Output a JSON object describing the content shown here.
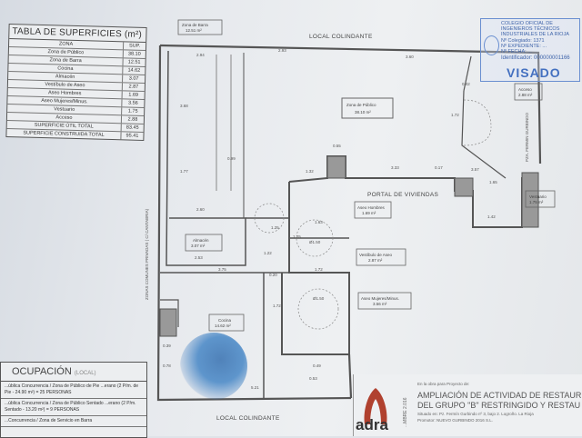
{
  "surface_table": {
    "title": "TABLA DE SUPERFICIES (m²)",
    "header": {
      "zone": "ZONA",
      "value": "SUP."
    },
    "rows": [
      {
        "zone": "Zona de Público",
        "value": "38.10"
      },
      {
        "zone": "Zona de Barra",
        "value": "12.51"
      },
      {
        "zone": "Cocina",
        "value": "14.62"
      },
      {
        "zone": "Almacén",
        "value": "3.07"
      },
      {
        "zone": "Vestíbulo de Aseo",
        "value": "2.87"
      },
      {
        "zone": "Aseo Hombres",
        "value": "1.69"
      },
      {
        "zone": "Aseo Mujeres/Minus.",
        "value": "3.56"
      },
      {
        "zone": "Vestuario",
        "value": "1.75"
      },
      {
        "zone": "Acceso",
        "value": "2.88"
      },
      {
        "zone": "SUPERFICIE ÚTIL TOTAL",
        "value": "83.45"
      },
      {
        "zone": "SUPERFICIE CONSTRUIDA TOTAL",
        "value": "95.41"
      }
    ]
  },
  "occupancy": {
    "title": "OCUPACIÓN",
    "subtitle": "(LOCAL)",
    "lines": [
      "...ública Concurrencia / Zona de Público de Pie ...erano (2 P/m. de Pie - 24.90 m²) = 25 PERSONAS",
      "...ública Concurrencia / Zona de Público Sentado ...erano (2 P/m. Sentado - 13.20 m²) = 9 PERSONAS",
      "...Concurrencia / Zona de Servicio en Barra"
    ]
  },
  "plan": {
    "street_top": "LOCAL COLINDANTE",
    "street_bottom": "LOCAL COLINDANTE",
    "street_left": "ZONAS COMUNES PRIVADAS ( C/ CANTABRIA)",
    "street_right": "PZA. FERMIN GURBINDO",
    "portal": "PORTAL DE VIVIENDAS",
    "rooms": [
      {
        "name": "Zona de Barra",
        "area": "12.51 m²"
      },
      {
        "name": "Zona de Público",
        "area": "38.10 m²"
      },
      {
        "name": "Acceso",
        "area": "2.88 m²"
      },
      {
        "name": "Vestuario",
        "area": "1.75 m²"
      },
      {
        "name": "Aseo Hombres",
        "area": "1.69 m²"
      },
      {
        "name": "Almacén",
        "area": "3.07 m²"
      },
      {
        "name": "Vestíbulo de Aseo",
        "area": "2.87 m²"
      },
      {
        "name": "Aseo Mujeres/Minus.",
        "area": "3.56 m²"
      },
      {
        "name": "Cocina",
        "area": "14.62 m²"
      }
    ],
    "dimensions": [
      "2.94",
      "2.93",
      "3.60",
      "0.55",
      "1.32",
      "3.33",
      "0.17",
      "3.57",
      "1.72",
      "0.42",
      "2.60",
      "2.53",
      "3.75",
      "1.22",
      "1.25",
      "1.63",
      "1.72",
      "1.42",
      "1.65",
      "0.53",
      "3.68",
      "0.99",
      "1.77",
      "0.49",
      "1.25",
      "0.20",
      "Ø1.50",
      "Ø1.50",
      "0.78",
      "0.39",
      "1.72",
      "5.21"
    ]
  },
  "stamp": {
    "lines": [
      "COLEGIO OFICIAL DE INGENIEROS TÉCNICOS",
      "INDUSTRIALES DE LA RIOJA",
      "Nº Colegiado: 1371",
      "Nº EXPEDIENTE: ...",
      "Nº FECHA: ..."
    ],
    "code_label": "Identificador: 000000001166",
    "visado": "VISADO"
  },
  "title_block": {
    "logo_text": "adra",
    "date": "...MBRE 2.016",
    "small_label": "En la obra para Proyecto de:",
    "title_line1": "AMPLIACIÓN DE ACTIVIDAD DE RESTAUR",
    "title_line2": "DEL GRUPO \"B\" RESTRINGIDO Y RESTAU",
    "situation": "Situado en: Pz. Fermín Gurbindo nº 3, bajo 2. Logroño. La Rioja",
    "promoter": "Promotor: NUEVO GURBINDO 2016 S.L."
  },
  "colors": {
    "wall": "#555555",
    "stamp": "#4a6fb5",
    "logo": "#b0412f"
  }
}
